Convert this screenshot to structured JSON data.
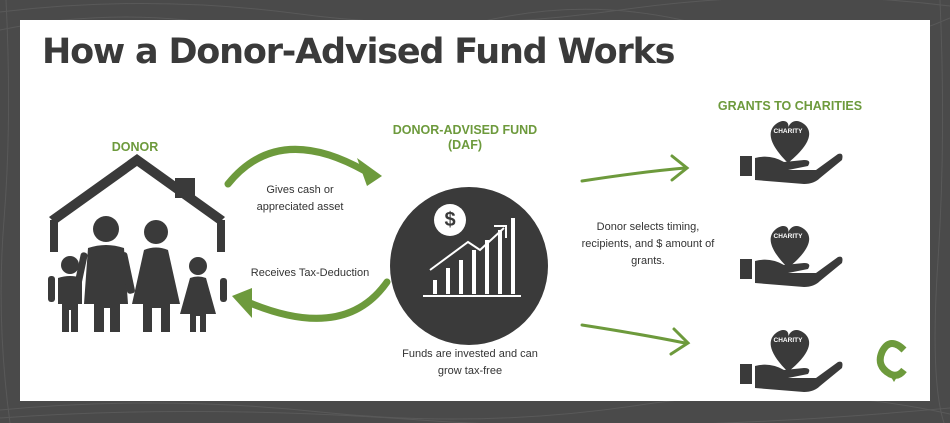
{
  "title": "How a Donor-Advised Fund Works",
  "donor": {
    "heading": "DONOR"
  },
  "daf": {
    "heading_line1": "DONOR-ADVISED FUND",
    "heading_line2": "(DAF)",
    "dollar_symbol": "$",
    "caption_line1": "Funds are invested and can",
    "caption_line2": "grow tax-free"
  },
  "flows": {
    "gives_line1": "Gives cash or",
    "gives_line2": "appreciated asset",
    "receives": "Receives Tax-Deduction"
  },
  "grants": {
    "heading": "GRANTS TO CHARITIES",
    "caption_line1": "Donor selects timing,",
    "caption_line2": "recipients, and $ amount of",
    "caption_line3": "grants.",
    "charity_labels": [
      "CHARITY",
      "CHARITY",
      "CHARITY"
    ]
  },
  "colors": {
    "accent_green": "#6d9a3c",
    "dark_gray": "#3a3a3a",
    "frame_gray": "#4a4a4a"
  }
}
